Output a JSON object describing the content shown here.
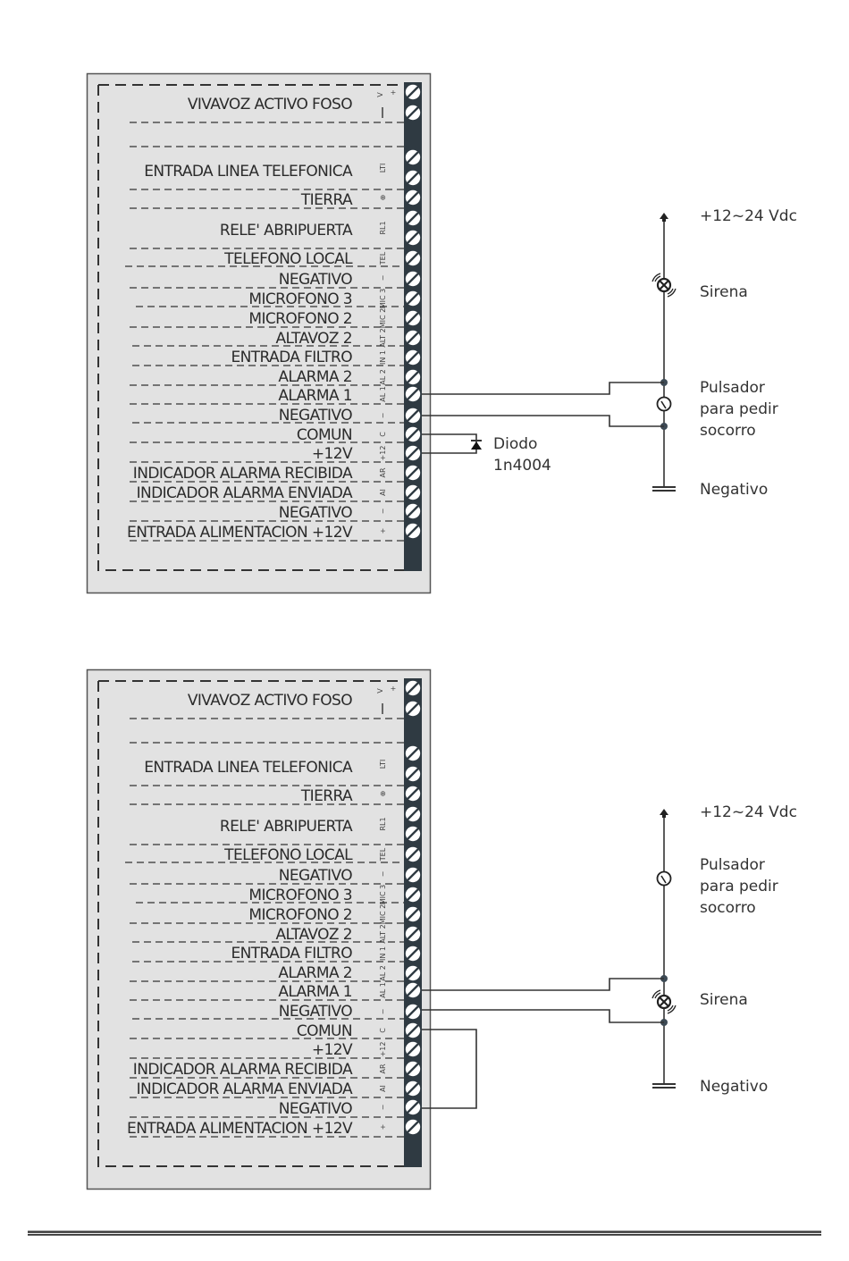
{
  "panels": [
    {
      "name": "diagram-with-diode",
      "rows": [
        {
          "label": "VIVAVOZ ACTIVO FOSO",
          "term": "V",
          "pins": [
            "+",
            "−"
          ]
        },
        {
          "label": "",
          "term": "",
          "pins": []
        },
        {
          "label": "ENTRADA LINEA TELEFONICA",
          "term": "LTI",
          "pins": [
            "",
            ""
          ]
        },
        {
          "label": "TIERRA",
          "term": "⊕",
          "pins": [
            ""
          ]
        },
        {
          "label": "RELE' ABRIPUERTA",
          "term": "RL1",
          "pins": [
            "",
            ""
          ]
        },
        {
          "label": "TELEFONO LOCAL",
          "term": "TEL",
          "pins": [
            ""
          ]
        },
        {
          "label": "NEGATIVO",
          "term": "−",
          "pins": [
            ""
          ]
        },
        {
          "label": "MICROFONO 3",
          "term": "MIC 3",
          "pins": [
            ""
          ]
        },
        {
          "label": "MICROFONO 2",
          "term": "MIC 2",
          "pins": [
            ""
          ]
        },
        {
          "label": "ALTAVOZ 2",
          "term": "ALT 2",
          "pins": [
            ""
          ]
        },
        {
          "label": "ENTRADA FILTRO",
          "term": "IN 1",
          "pins": [
            ""
          ]
        },
        {
          "label": "ALARMA 2",
          "term": "AL 2",
          "pins": [
            ""
          ]
        },
        {
          "label": "ALARMA 1",
          "term": "AL 1",
          "pins": [
            ""
          ]
        },
        {
          "label": "NEGATIVO",
          "term": "−",
          "pins": [
            ""
          ]
        },
        {
          "label": "COMUN",
          "term": "C",
          "pins": [
            ""
          ]
        },
        {
          "label": "+12V",
          "term": "+12",
          "pins": [
            ""
          ]
        },
        {
          "label": "INDICADOR ALARMA RECIBIDA",
          "term": "AR",
          "pins": [
            ""
          ]
        },
        {
          "label": "INDICADOR ALARMA ENVIADA",
          "term": "AI",
          "pins": [
            ""
          ]
        },
        {
          "label": "NEGATIVO",
          "term": "−",
          "pins": [
            ""
          ]
        },
        {
          "label": "ENTRADA ALIMENTACION +12V",
          "term": "+",
          "pins": [
            ""
          ]
        }
      ],
      "external": {
        "supply": "+12~24 Vdc",
        "siren": "Sirena",
        "button": [
          "Pulsador",
          "para pedir",
          "socorro"
        ],
        "ground": "Negativo",
        "diode": [
          "Diodo",
          "1n4004"
        ]
      }
    },
    {
      "name": "diagram-with-bridge",
      "external": {
        "supply": "+12~24 Vdc",
        "button": [
          "Pulsador",
          "para pedir",
          "socorro"
        ],
        "siren": "Sirena",
        "ground": "Negativo"
      }
    }
  ],
  "colors": {
    "panel_fill": "#e2e2e2",
    "strip": "#2f3a42",
    "wire": "#333333",
    "node": "#3d4a55"
  }
}
